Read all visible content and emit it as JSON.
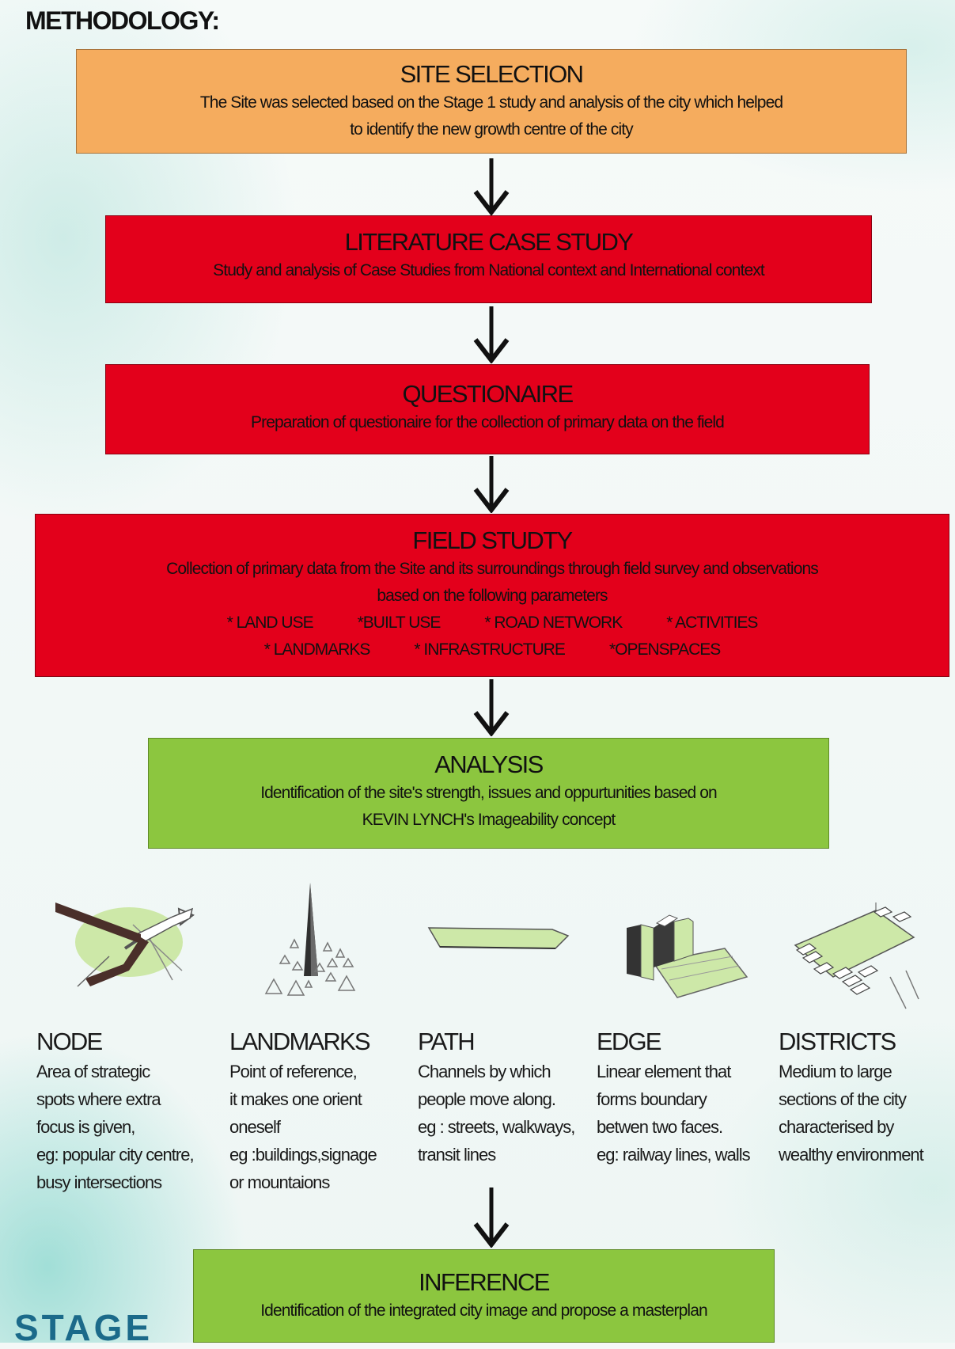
{
  "title": "METHODOLOGY:",
  "boxes": [
    {
      "heading": "SITE SELECTION",
      "desc": [
        "The Site was selected based on the Stage 1 study and analysis of the city which helped",
        "to identify the new growth centre of the city"
      ]
    },
    {
      "heading": "LITERATURE CASE STUDY",
      "desc": [
        "Study and analysis of Case Studies from National context and International context"
      ]
    },
    {
      "heading": "QUESTIONAIRE",
      "desc": [
        "Preparation of questionaire for the collection of primary data on the field"
      ]
    },
    {
      "heading": "FIELD STUDTY",
      "desc": [
        "Collection of primary data from the Site and its surroundings through field survey and observations",
        "based on the following parameters"
      ],
      "params_row1": [
        "* LAND USE",
        "*BUILT USE",
        "* ROAD NETWORK",
        "* ACTIVITIES"
      ],
      "params_row2": [
        "* LANDMARKS",
        "* INFRASTRUCTURE",
        "*OPENSPACES"
      ]
    },
    {
      "heading": "ANALYSIS",
      "desc": [
        "Identification of the site's strength, issues and oppurtunities based on",
        "KEVIN LYNCH's Imageability concept"
      ]
    },
    {
      "heading": "INFERENCE",
      "desc": [
        "Identification of the integrated city image and propose  a masterplan"
      ]
    }
  ],
  "elements": [
    {
      "name": "NODE",
      "desc": "Area of strategic\nspots where extra\nfocus is given,\neg: popular city centre,\nbusy intersections",
      "icon": "node-icon"
    },
    {
      "name": "LANDMARKS",
      "desc": "Point of reference,\n it makes one orient\noneself\neg :buildings,signage\nor mountaions",
      "icon": "landmark-icon"
    },
    {
      "name": "PATH",
      "desc": "Channels by which\npeople move along.\neg : streets, walkways,\ntransit lines",
      "icon": "path-icon"
    },
    {
      "name": "EDGE",
      "desc": "Linear element that\nforms boundary\nbetwen two faces.\neg: railway lines, walls",
      "icon": "edge-icon"
    },
    {
      "name": "DISTRICTS",
      "desc": "Medium to large\nsections of the city\ncharacterised by\nwealthy environment",
      "icon": "district-icon"
    }
  ],
  "footer_fragment": "STAGE",
  "colors": {
    "orange": "#f5ac5e",
    "red": "#e3001b",
    "green": "#8cc63f",
    "light_green": "#cde8a8"
  }
}
